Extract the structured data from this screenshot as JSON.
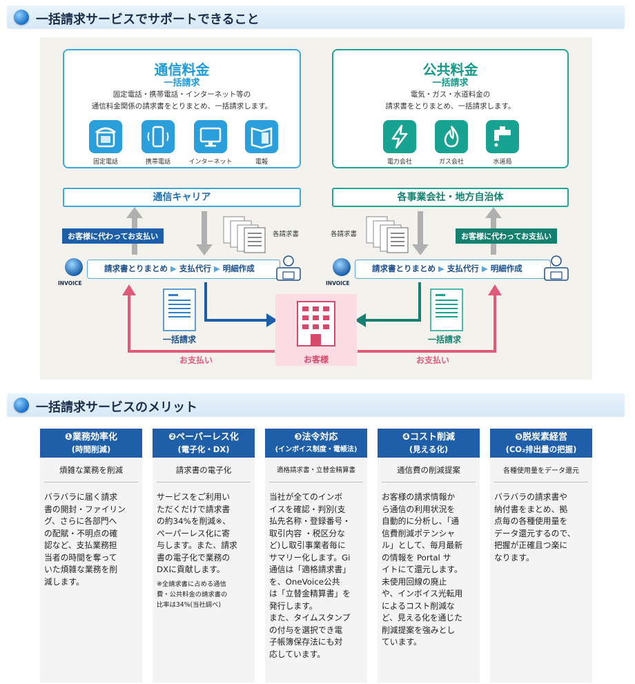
{
  "section1": {
    "title": "一括請求サービスでサポートできること"
  },
  "section2": {
    "title": "一括請求サービスのメリット"
  },
  "telecom": {
    "title": "通信料金",
    "subtitle": "一括請求",
    "desc_line1": "固定電話・携帯電話・インターネット等の",
    "desc_line2": "通信料金関係の請求書をとりまとめ、一括請求します。",
    "icons": [
      {
        "label": "固定電話",
        "icon": "landline-phone-icon"
      },
      {
        "label": "携帯電話",
        "icon": "mobile-phone-icon"
      },
      {
        "label": "インターネット",
        "icon": "monitor-icon"
      },
      {
        "label": "電報",
        "icon": "telegram-card-icon"
      }
    ],
    "carrier": "通信キャリア",
    "pay_tag": "お客様に代わってお支払い",
    "bills_label": "各請求書",
    "flow": [
      "請求書とりまとめ",
      "支払代行",
      "明細作成"
    ],
    "bundle_label": "一括請求",
    "payment_label": "お支払い",
    "color": "#1e9ad6"
  },
  "utility": {
    "title": "公共料金",
    "subtitle": "一括請求",
    "desc_line1": "電気・ガス・水道料金の",
    "desc_line2": "請求書をとりまとめ、一括請求します。",
    "icons": [
      {
        "label": "電力会社",
        "icon": "lightning-icon"
      },
      {
        "label": "ガス会社",
        "icon": "flame-icon"
      },
      {
        "label": "水道局",
        "icon": "faucet-icon"
      }
    ],
    "provider": "各事業会社・地方自治体",
    "pay_tag": "お客様に代わってお支払い",
    "bills_label": "各請求書",
    "flow": [
      "請求書とりまとめ",
      "支払代行",
      "明細作成"
    ],
    "bundle_label": "一括請求",
    "payment_label": "お支払い",
    "color": "#14998a"
  },
  "invoice_logo": "INVOICE",
  "customer": "お客様",
  "merits": [
    {
      "title": "❶業務効率化",
      "sub": "(時間削減)",
      "subtitle": "煩雑な業務を削減",
      "body": "バラバラに届く請求\n書の開封・ファイリン\nグ、さらに各部門へ\nの配賦・不明点の確\n認など、支払業務担\n当者の時間を奪って\nいた煩雑な業務を削\n減します。",
      "note": ""
    },
    {
      "title": "❷ペーパーレス化",
      "sub": "(電子化・DX)",
      "subtitle": "請求書の電子化",
      "body": "サービスをご利用い\nただくだけで請求書\nの約34%を削減※、\nペーパーレス化に寄\n与します。また、請求\n書の電子化で業務の\nDXに貢献します。",
      "note": "※全請求書に占める通信\n費・公共料金の請求書の\n比率は34%(当社調べ)"
    },
    {
      "title": "❸法令対応",
      "sub": "(インボイス制度・電帳法)",
      "subtitle": "適格請求書・立替金精算書",
      "body": "当社が全てのインボ\nイスを確認・判別(支\n払先名称・登録番号・\n取引内容 ・税区分な\nど)し取引事業者毎に\nサマリー化します。Gi\n通信は「適格請求書」\nを、OneVoice公共\nは「立替金精算書」を\n発行します。\nまた、タイムスタンプ\nの付与を選択でき電\n子帳簿保存法にも対\n応しています。",
      "note": ""
    },
    {
      "title": "❹コスト削減",
      "sub": "(見える化)",
      "subtitle": "通信費の削減提案",
      "body": "お客様の請求情報か\nら通信の利用状況を\n自動的に分析し、「通\n信費削減ポテンシャ\nル」として、毎月最新\nの情報を Portal サ\nイトにて還元します。\n未使用回線の廃止\nや、インボイス光転用\nによるコスト削減な\nど、見える化を通じた\n削減提案を強みとし\nています。",
      "note": ""
    },
    {
      "title": "❺脱炭素経営",
      "sub": "(CO₂排出量の把握)",
      "subtitle": "各種使用量をデータ還元",
      "body": "バラバラの請求書や\n納付書をまとめ、拠\n点毎の各種使用量を\nデータ還元するので、\n把握が正確且つ楽に\nなります。",
      "note": ""
    }
  ]
}
